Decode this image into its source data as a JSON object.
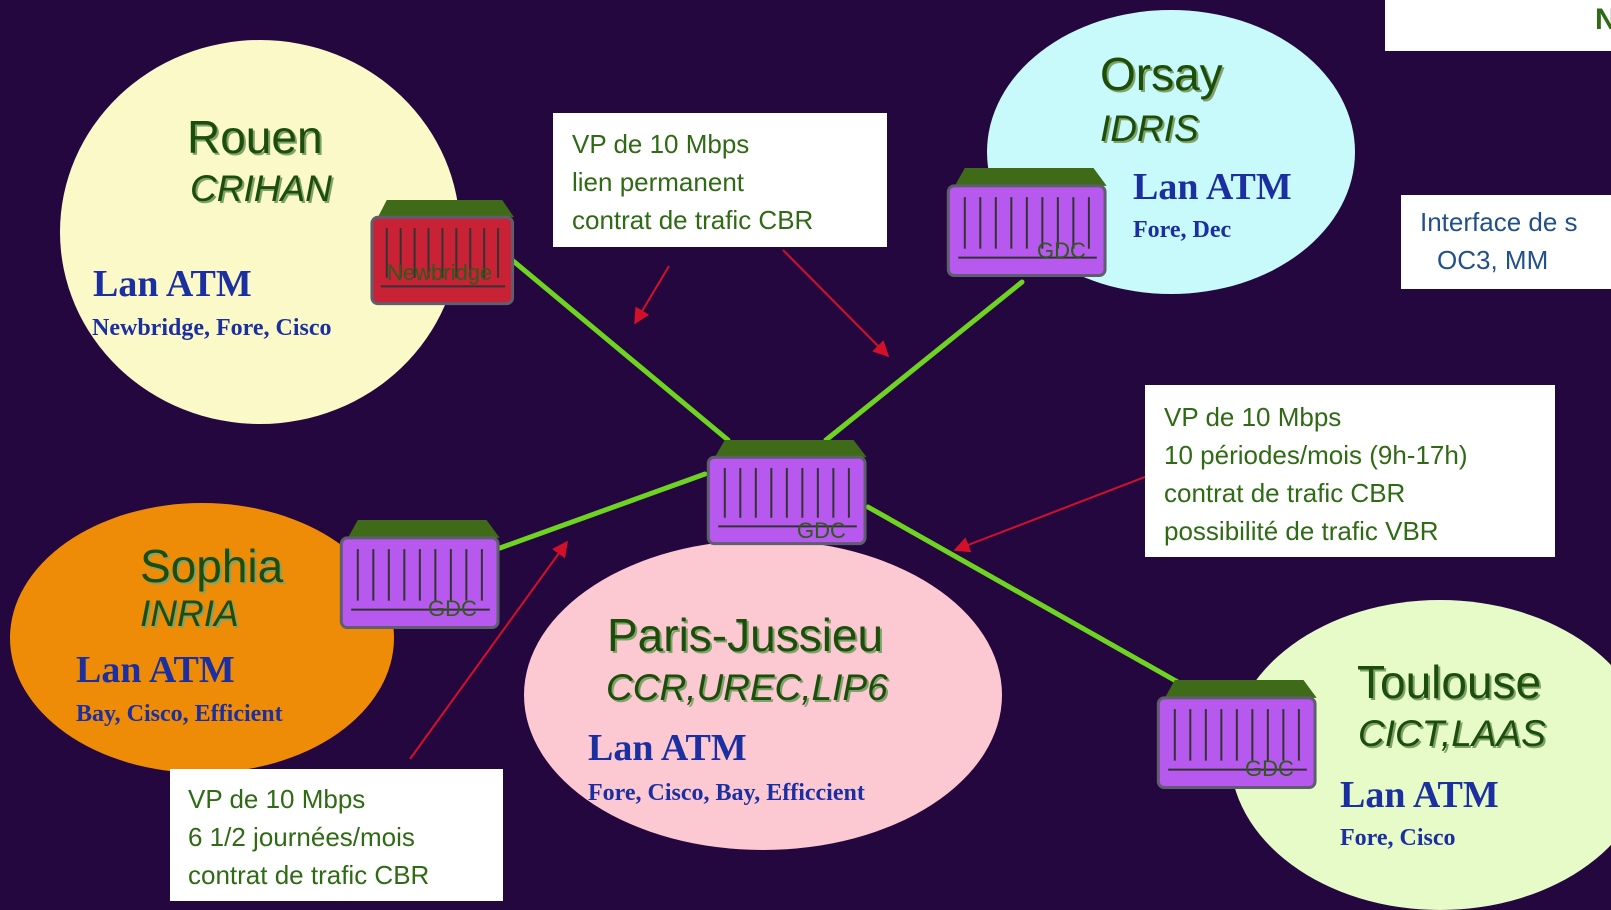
{
  "sites": {
    "rouen": {
      "city": "Rouen",
      "org": "CRIHAN",
      "lan": "Lan ATM",
      "vendors": "Newbridge, Fore, Cisco",
      "color": "#fbf9c8"
    },
    "orsay": {
      "city": "Orsay",
      "org": "IDRIS",
      "lan": "Lan ATM",
      "vendors": "Fore, Dec",
      "color": "#c8fafb"
    },
    "sophia": {
      "city": "Sophia",
      "org": "INRIA",
      "lan": "Lan ATM",
      "vendors": "Bay, Cisco, Efficient",
      "color": "#ef8c07"
    },
    "paris": {
      "city": "Paris-Jussieu",
      "org": "CCR,UREC,LIP6",
      "lan": "Lan ATM",
      "vendors": "Fore, Cisco, Bay, Efficcient",
      "color": "#fcc8d2"
    },
    "toulouse": {
      "city": "Toulouse",
      "org": "CICT,LAAS",
      "lan": "Lan ATM",
      "vendors": "Fore, Cisco",
      "color": "#e6fbc8"
    }
  },
  "switches": {
    "rouen": {
      "label": "Newbridge",
      "color": "#c92135"
    },
    "orsay": {
      "label": "GDC",
      "color": "#b758ee"
    },
    "center": {
      "label": "GDC",
      "color": "#b758ee"
    },
    "sophia": {
      "label": "GDC",
      "color": "#b758ee"
    },
    "toulouse": {
      "label": "GDC",
      "color": "#b758ee"
    }
  },
  "notes": {
    "top": [
      "VP de 10 Mbps",
      "lien permanent",
      "contrat de trafic CBR"
    ],
    "right": [
      "VP de 10 Mbps",
      "10 périodes/mois (9h-17h)",
      "contrat de trafic CBR",
      "possibilité de trafic VBR"
    ],
    "bottom": [
      "VP de 10 Mbps",
      "6 1/2 journées/mois",
      "contrat de trafic CBR"
    ],
    "interface": [
      "Interface de s",
      "OC3, MM"
    ],
    "corner": "N"
  },
  "colors": {
    "background": "#25073f",
    "link": "#6ed321",
    "arrow": "#d2102a",
    "title_green": "#1d4d0b",
    "lan_blue": "#1c2fa0"
  }
}
